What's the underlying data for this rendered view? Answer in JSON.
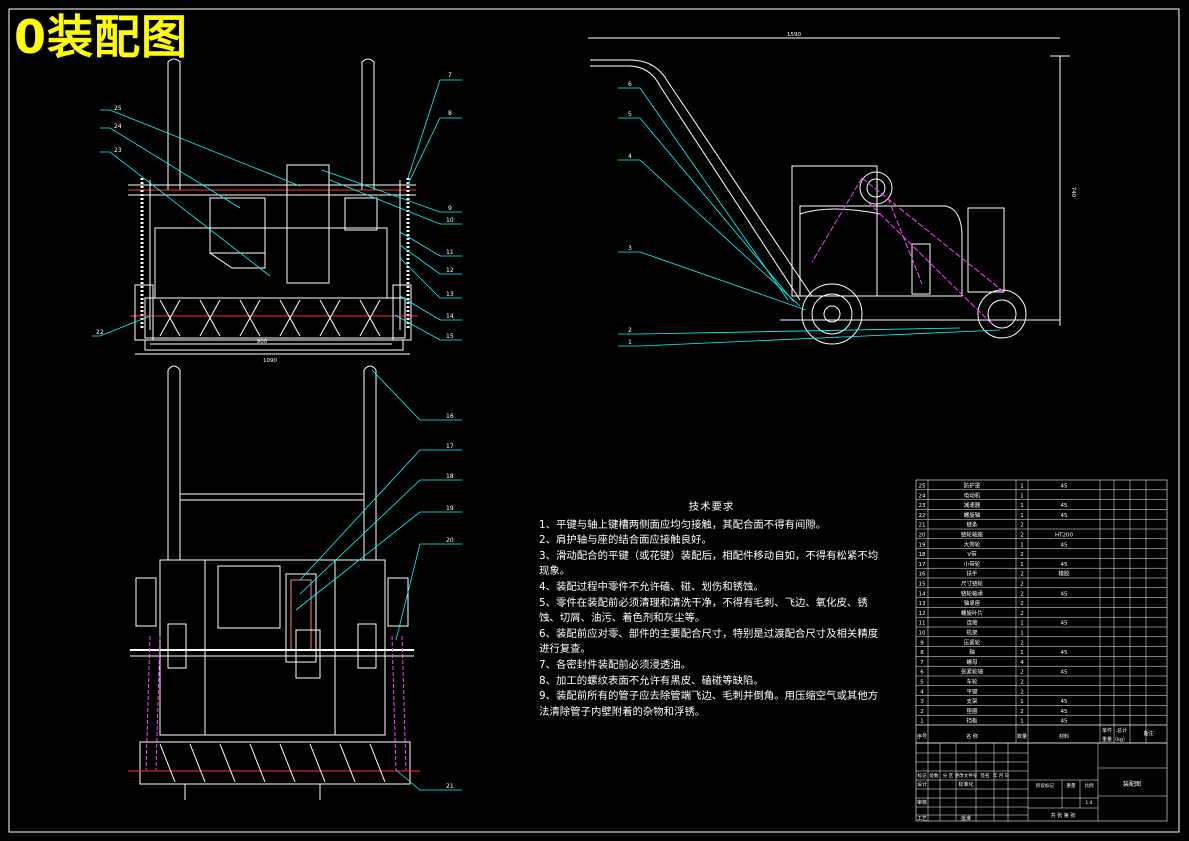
{
  "drawing_title": "0装配图",
  "dimensions": {
    "front_width_inner": "900",
    "front_width_outer": "1090",
    "side_length": "1590",
    "side_height": "740"
  },
  "leaders_front": [
    "7",
    "8",
    "9",
    "10",
    "11",
    "12",
    "13",
    "14",
    "15",
    "16",
    "17",
    "18",
    "19",
    "20",
    "21",
    "22",
    "23",
    "24",
    "25"
  ],
  "leaders_side": [
    "6",
    "5",
    "4",
    "3",
    "2",
    "1"
  ],
  "tech_requirements": {
    "heading": "技术要求",
    "items": [
      "1、平键与轴上键槽两侧面应均匀接触，其配合面不得有间隙。",
      "2、肩护轴与座的结合面应接触良好。",
      "3、滑动配合的平键（或花键）装配后，相配件移动自如，不得有松紧不均现象。",
      "4、装配过程中零件不允许磕、碰、划伤和锈蚀。",
      "5、零件在装配前必须清理和清洗干净，不得有毛刺、飞边、氧化皮、锈蚀、切屑、油污、着色剂和灰尘等。",
      "6、装配前应对零、部件的主要配合尺寸，特别是过渡配合尺寸及相关精度进行复查。",
      "7、各密封件装配前必须浸透油。",
      "8、加工的螺纹表面不允许有黑皮、磕碰等缺陷。",
      "9、装配前所有的管子应去除管端飞边、毛刺并倒角。用压缩空气或其他方法清除管子内壁附着的杂物和浮锈。"
    ]
  },
  "parts_list": [
    {
      "no": "25",
      "name": "防护罩",
      "qty": "1",
      "mat": "45"
    },
    {
      "no": "24",
      "name": "电动机",
      "qty": "1",
      "mat": ""
    },
    {
      "no": "23",
      "name": "减速器",
      "qty": "1",
      "mat": "45"
    },
    {
      "no": "22",
      "name": "螺旋轴",
      "qty": "1",
      "mat": "45"
    },
    {
      "no": "21",
      "name": "链条",
      "qty": "2",
      "mat": ""
    },
    {
      "no": "20",
      "name": "链轮轴座",
      "qty": "2",
      "mat": "HT200"
    },
    {
      "no": "19",
      "name": "大带轮",
      "qty": "1",
      "mat": "45"
    },
    {
      "no": "18",
      "name": "V带",
      "qty": "2",
      "mat": ""
    },
    {
      "no": "17",
      "name": "小带轮",
      "qty": "1",
      "mat": "45"
    },
    {
      "no": "16",
      "name": "扶手",
      "qty": "2",
      "mat": "橡胶"
    },
    {
      "no": "15",
      "name": "尺寸链轮",
      "qty": "2",
      "mat": ""
    },
    {
      "no": "14",
      "name": "链轮轴承",
      "qty": "2",
      "mat": "45"
    },
    {
      "no": "13",
      "name": "轴承座",
      "qty": "2",
      "mat": ""
    },
    {
      "no": "12",
      "name": "螺旋叶片",
      "qty": "2",
      "mat": ""
    },
    {
      "no": "11",
      "name": "连接",
      "qty": "1",
      "mat": "45"
    },
    {
      "no": "10",
      "name": "机架",
      "qty": "1",
      "mat": ""
    },
    {
      "no": "9",
      "name": "压紧轮",
      "qty": "2",
      "mat": ""
    },
    {
      "no": "8",
      "name": "轴",
      "qty": "1",
      "mat": "45"
    },
    {
      "no": "7",
      "name": "螺母",
      "qty": "4",
      "mat": ""
    },
    {
      "no": "6",
      "name": "张紧轮轴",
      "qty": "2",
      "mat": "45"
    },
    {
      "no": "5",
      "name": "车轮",
      "qty": "2",
      "mat": ""
    },
    {
      "no": "4",
      "name": "平键",
      "qty": "2",
      "mat": ""
    },
    {
      "no": "3",
      "name": "支架",
      "qty": "1",
      "mat": "45"
    },
    {
      "no": "2",
      "name": "垫圈",
      "qty": "2",
      "mat": "45"
    },
    {
      "no": "1",
      "name": "挡板",
      "qty": "1",
      "mat": "45"
    }
  ],
  "parts_header": {
    "no": "序号",
    "name": "名 称",
    "qty": "数量",
    "mat": "材料",
    "unit_weight": "单件",
    "total_weight": "总计",
    "weight": "重量（kg）",
    "remark": "备注"
  },
  "title_block": {
    "sign_row": [
      "标记",
      "处数",
      "分 区",
      "更改文件号",
      "签名",
      "年 月 日"
    ],
    "roles": [
      "设计",
      "审核",
      "工艺"
    ],
    "standardize": "标准化",
    "approve": "批准",
    "stage": "阶段标记",
    "weight": "重量",
    "scale": "比例",
    "scale_value": "1:4",
    "sheets": "共 张 第 张",
    "drawing_name": "装配图"
  }
}
